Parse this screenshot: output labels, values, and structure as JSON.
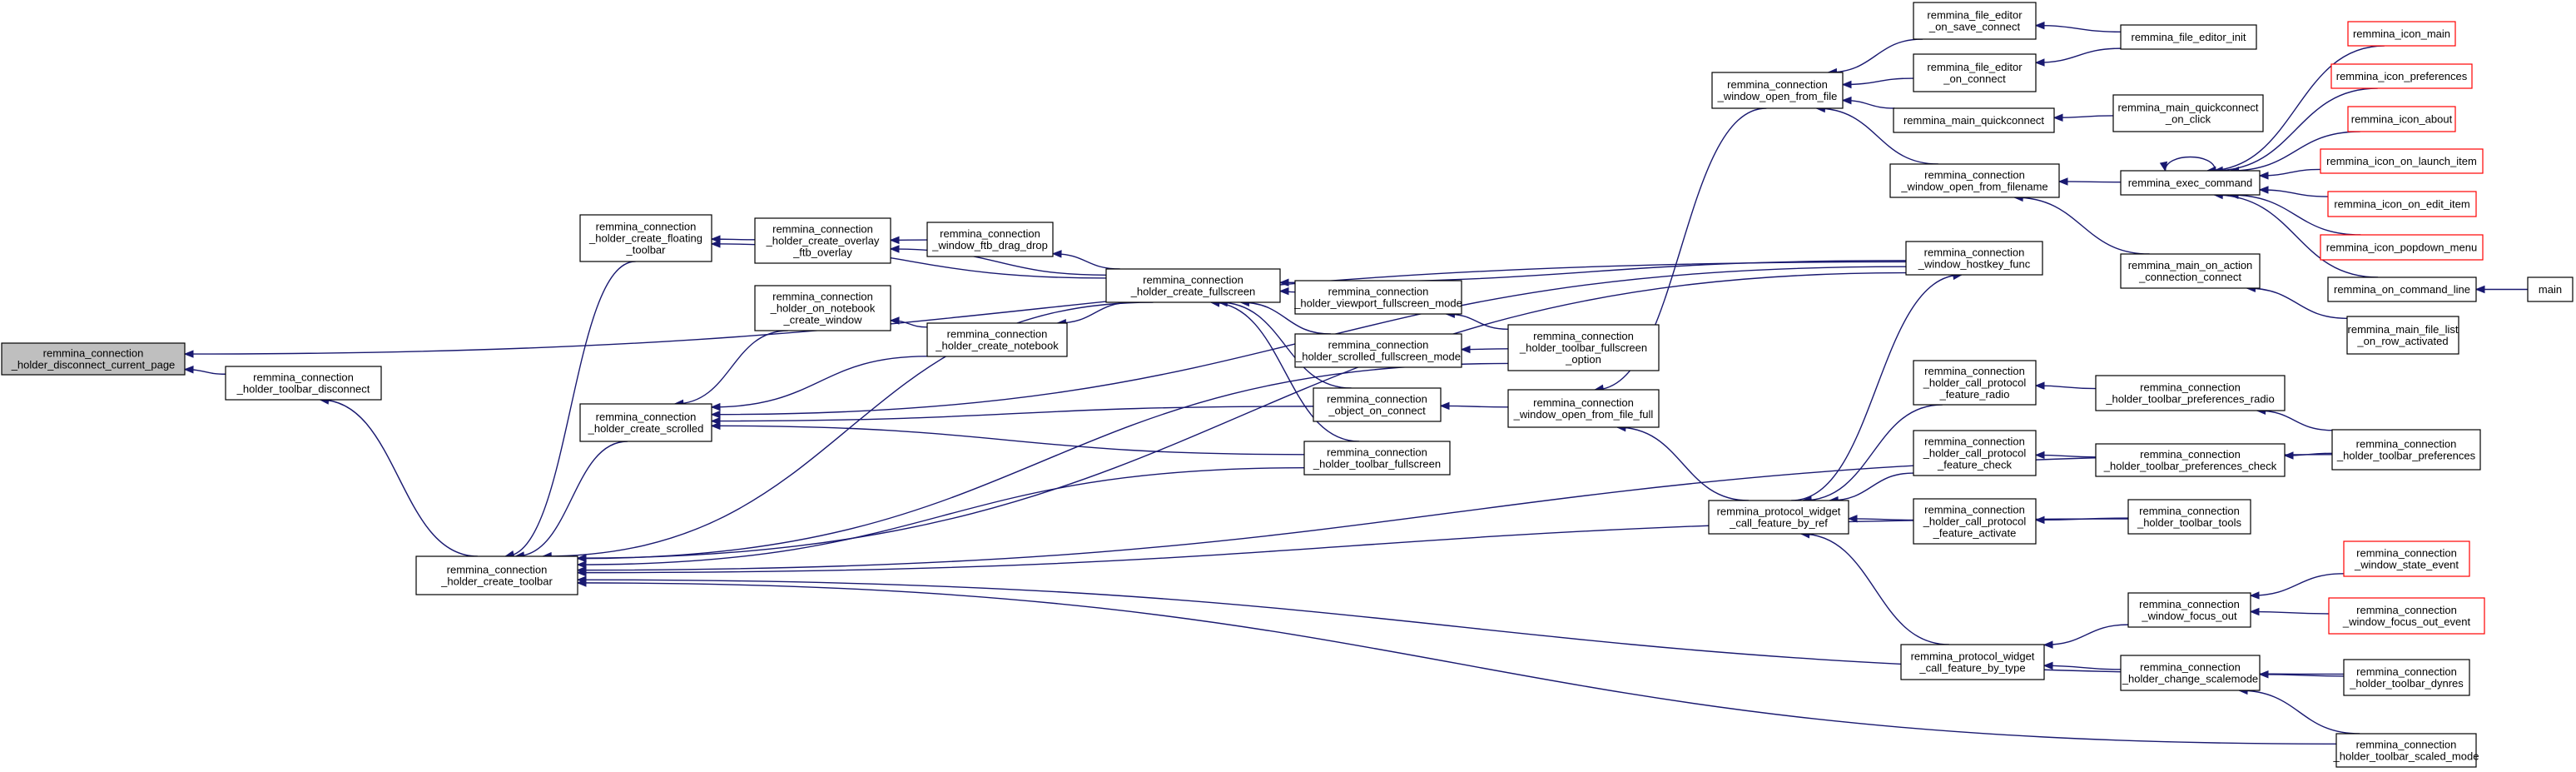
{
  "colors": {
    "edge": "#191970",
    "box_border": "#000000",
    "red_border": "#ff0000",
    "highlight_fill": "#bfbfbf",
    "background": "#ffffff"
  },
  "nodes": [
    {
      "id": "n0",
      "lines": [
        "remmina_connection",
        "_holder_disconnect_current_page"
      ],
      "style": "highlight"
    },
    {
      "id": "n1",
      "lines": [
        "remmina_connection",
        "_holder_toolbar_disconnect"
      ],
      "style": "normal"
    },
    {
      "id": "n2",
      "lines": [
        "remmina_connection",
        "_holder_create_toolbar"
      ],
      "style": "normal"
    },
    {
      "id": "n3",
      "lines": [
        "remmina_connection",
        "_holder_create_floating",
        "_toolbar"
      ],
      "style": "normal"
    },
    {
      "id": "n4",
      "lines": [
        "remmina_connection",
        "_holder_create_scrolled"
      ],
      "style": "normal"
    },
    {
      "id": "n5",
      "lines": [
        "remmina_connection",
        "_holder_create_overlay",
        "_ftb_overlay"
      ],
      "style": "normal"
    },
    {
      "id": "n6",
      "lines": [
        "remmina_connection",
        "_holder_on_notebook",
        "_create_window"
      ],
      "style": "normal"
    },
    {
      "id": "n7",
      "lines": [
        "remmina_connection",
        "_window_ftb_drag_drop"
      ],
      "style": "normal"
    },
    {
      "id": "n8",
      "lines": [
        "remmina_connection",
        "_holder_create_notebook"
      ],
      "style": "normal"
    },
    {
      "id": "n9",
      "lines": [
        "remmina_connection",
        "_holder_create_fullscreen"
      ],
      "style": "normal"
    },
    {
      "id": "n10",
      "lines": [
        "remmina_connection",
        "_holder_viewport_fullscreen_mode"
      ],
      "style": "normal"
    },
    {
      "id": "n11",
      "lines": [
        "remmina_connection",
        "_holder_scrolled_fullscreen_mode"
      ],
      "style": "normal"
    },
    {
      "id": "n12",
      "lines": [
        "remmina_connection",
        "_object_on_connect"
      ],
      "style": "normal"
    },
    {
      "id": "n13",
      "lines": [
        "remmina_connection",
        "_holder_toolbar_fullscreen"
      ],
      "style": "normal"
    },
    {
      "id": "n14",
      "lines": [
        "remmina_connection",
        "_holder_toolbar_fullscreen",
        "_option"
      ],
      "style": "normal"
    },
    {
      "id": "n15",
      "lines": [
        "remmina_connection",
        "_window_open_from_file_full"
      ],
      "style": "normal"
    },
    {
      "id": "n16",
      "lines": [
        "remmina_connection",
        "_window_open_from_file"
      ],
      "style": "normal"
    },
    {
      "id": "n17",
      "lines": [
        "remmina_protocol_widget",
        "_call_feature_by_ref"
      ],
      "style": "normal"
    },
    {
      "id": "n18",
      "lines": [
        "remmina_protocol_widget",
        "_call_feature_by_type"
      ],
      "style": "normal"
    },
    {
      "id": "n19",
      "lines": [
        "remmina_file_editor",
        "_on_save_connect"
      ],
      "style": "normal"
    },
    {
      "id": "n20",
      "lines": [
        "remmina_file_editor",
        "_on_connect"
      ],
      "style": "normal"
    },
    {
      "id": "n21",
      "lines": [
        "remmina_main_quickconnect"
      ],
      "style": "normal"
    },
    {
      "id": "n22",
      "lines": [
        "remmina_connection",
        "_window_open_from_filename"
      ],
      "style": "normal"
    },
    {
      "id": "n23",
      "lines": [
        "remmina_connection",
        "_window_hostkey_func"
      ],
      "style": "normal"
    },
    {
      "id": "n24",
      "lines": [
        "remmina_connection",
        "_holder_call_protocol",
        "_feature_radio"
      ],
      "style": "normal"
    },
    {
      "id": "n25",
      "lines": [
        "remmina_connection",
        "_holder_call_protocol",
        "_feature_check"
      ],
      "style": "normal"
    },
    {
      "id": "n26",
      "lines": [
        "remmina_connection",
        "_holder_call_protocol",
        "_feature_activate"
      ],
      "style": "normal"
    },
    {
      "id": "n27",
      "lines": [
        "remmina_file_editor_init"
      ],
      "style": "normal"
    },
    {
      "id": "n28",
      "lines": [
        "remmina_main_quickconnect",
        "_on_click"
      ],
      "style": "normal"
    },
    {
      "id": "n29",
      "lines": [
        "remmina_exec_command"
      ],
      "style": "normal"
    },
    {
      "id": "n30",
      "lines": [
        "remmina_main_on_action",
        "_connection_connect"
      ],
      "style": "normal"
    },
    {
      "id": "n31",
      "lines": [
        "remmina_connection",
        "_holder_toolbar_preferences_radio"
      ],
      "style": "normal"
    },
    {
      "id": "n32",
      "lines": [
        "remmina_connection",
        "_holder_toolbar_preferences_check"
      ],
      "style": "normal"
    },
    {
      "id": "n33",
      "lines": [
        "remmina_connection",
        "_holder_toolbar_tools"
      ],
      "style": "normal"
    },
    {
      "id": "n34",
      "lines": [
        "remmina_connection",
        "_window_focus_out"
      ],
      "style": "normal"
    },
    {
      "id": "n35",
      "lines": [
        "remmina_connection",
        "_holder_change_scalemode"
      ],
      "style": "normal"
    },
    {
      "id": "n36",
      "lines": [
        "remmina_icon_main"
      ],
      "style": "red"
    },
    {
      "id": "n37",
      "lines": [
        "remmina_icon_preferences"
      ],
      "style": "red"
    },
    {
      "id": "n38",
      "lines": [
        "remmina_icon_about"
      ],
      "style": "red"
    },
    {
      "id": "n39",
      "lines": [
        "remmina_icon_on_launch_item"
      ],
      "style": "red"
    },
    {
      "id": "n40",
      "lines": [
        "remmina_icon_on_edit_item"
      ],
      "style": "red"
    },
    {
      "id": "n41",
      "lines": [
        "remmina_icon_popdown_menu"
      ],
      "style": "red"
    },
    {
      "id": "n42",
      "lines": [
        "remmina_on_command_line"
      ],
      "style": "normal"
    },
    {
      "id": "n43",
      "lines": [
        "remmina_main_file_list",
        "_on_row_activated"
      ],
      "style": "normal"
    },
    {
      "id": "n44",
      "lines": [
        "remmina_connection",
        "_holder_toolbar_preferences"
      ],
      "style": "normal"
    },
    {
      "id": "n45",
      "lines": [
        "remmina_connection",
        "_window_state_event"
      ],
      "style": "red"
    },
    {
      "id": "n46",
      "lines": [
        "remmina_connection",
        "_window_focus_out_event"
      ],
      "style": "red"
    },
    {
      "id": "n47",
      "lines": [
        "remmina_connection",
        "_holder_toolbar_dynres"
      ],
      "style": "normal"
    },
    {
      "id": "n48",
      "lines": [
        "remmina_connection",
        "_holder_toolbar_scaled_mode"
      ],
      "style": "normal"
    },
    {
      "id": "n49",
      "lines": [
        "main"
      ],
      "style": "normal"
    }
  ],
  "edges": [
    [
      "n1",
      "n0"
    ],
    [
      "n23",
      "n0"
    ],
    [
      "n2",
      "n1"
    ],
    [
      "n3",
      "n2"
    ],
    [
      "n4",
      "n2"
    ],
    [
      "n9",
      "n2"
    ],
    [
      "n13",
      "n2"
    ],
    [
      "n14",
      "n2"
    ],
    [
      "n23",
      "n2"
    ],
    [
      "n44",
      "n2"
    ],
    [
      "n33",
      "n2"
    ],
    [
      "n47",
      "n2"
    ],
    [
      "n48",
      "n2"
    ],
    [
      "n5",
      "n3"
    ],
    [
      "n9",
      "n3"
    ],
    [
      "n6",
      "n4"
    ],
    [
      "n8",
      "n4"
    ],
    [
      "n12",
      "n4"
    ],
    [
      "n13",
      "n4"
    ],
    [
      "n23",
      "n4"
    ],
    [
      "n7",
      "n5"
    ],
    [
      "n9",
      "n5"
    ],
    [
      "n8",
      "n6"
    ],
    [
      "n9",
      "n7"
    ],
    [
      "n9",
      "n8"
    ],
    [
      "n23",
      "n9"
    ],
    [
      "n10",
      "n9"
    ],
    [
      "n11",
      "n9"
    ],
    [
      "n12",
      "n9"
    ],
    [
      "n13",
      "n9"
    ],
    [
      "n14",
      "n10"
    ],
    [
      "n14",
      "n11"
    ],
    [
      "n15",
      "n12"
    ],
    [
      "n16",
      "n15"
    ],
    [
      "n17",
      "n15"
    ],
    [
      "n19",
      "n16"
    ],
    [
      "n20",
      "n16"
    ],
    [
      "n21",
      "n16"
    ],
    [
      "n22",
      "n16"
    ],
    [
      "n24",
      "n17"
    ],
    [
      "n25",
      "n17"
    ],
    [
      "n26",
      "n17"
    ],
    [
      "n18",
      "n17"
    ],
    [
      "n34",
      "n18"
    ],
    [
      "n35",
      "n18"
    ],
    [
      "n27",
      "n19"
    ],
    [
      "n27",
      "n20"
    ],
    [
      "n28",
      "n21"
    ],
    [
      "n29",
      "n22"
    ],
    [
      "n30",
      "n22"
    ],
    [
      "n17",
      "n23"
    ],
    [
      "n31",
      "n24"
    ],
    [
      "n32",
      "n25"
    ],
    [
      "n33",
      "n26"
    ],
    [
      "n29",
      "n29"
    ],
    [
      "n36",
      "n29"
    ],
    [
      "n37",
      "n29"
    ],
    [
      "n38",
      "n29"
    ],
    [
      "n39",
      "n29"
    ],
    [
      "n40",
      "n29"
    ],
    [
      "n41",
      "n29"
    ],
    [
      "n42",
      "n29"
    ],
    [
      "n43",
      "n30"
    ],
    [
      "n44",
      "n31"
    ],
    [
      "n44",
      "n32"
    ],
    [
      "n45",
      "n34"
    ],
    [
      "n46",
      "n34"
    ],
    [
      "n47",
      "n35"
    ],
    [
      "n48",
      "n35"
    ],
    [
      "n49",
      "n42"
    ]
  ]
}
